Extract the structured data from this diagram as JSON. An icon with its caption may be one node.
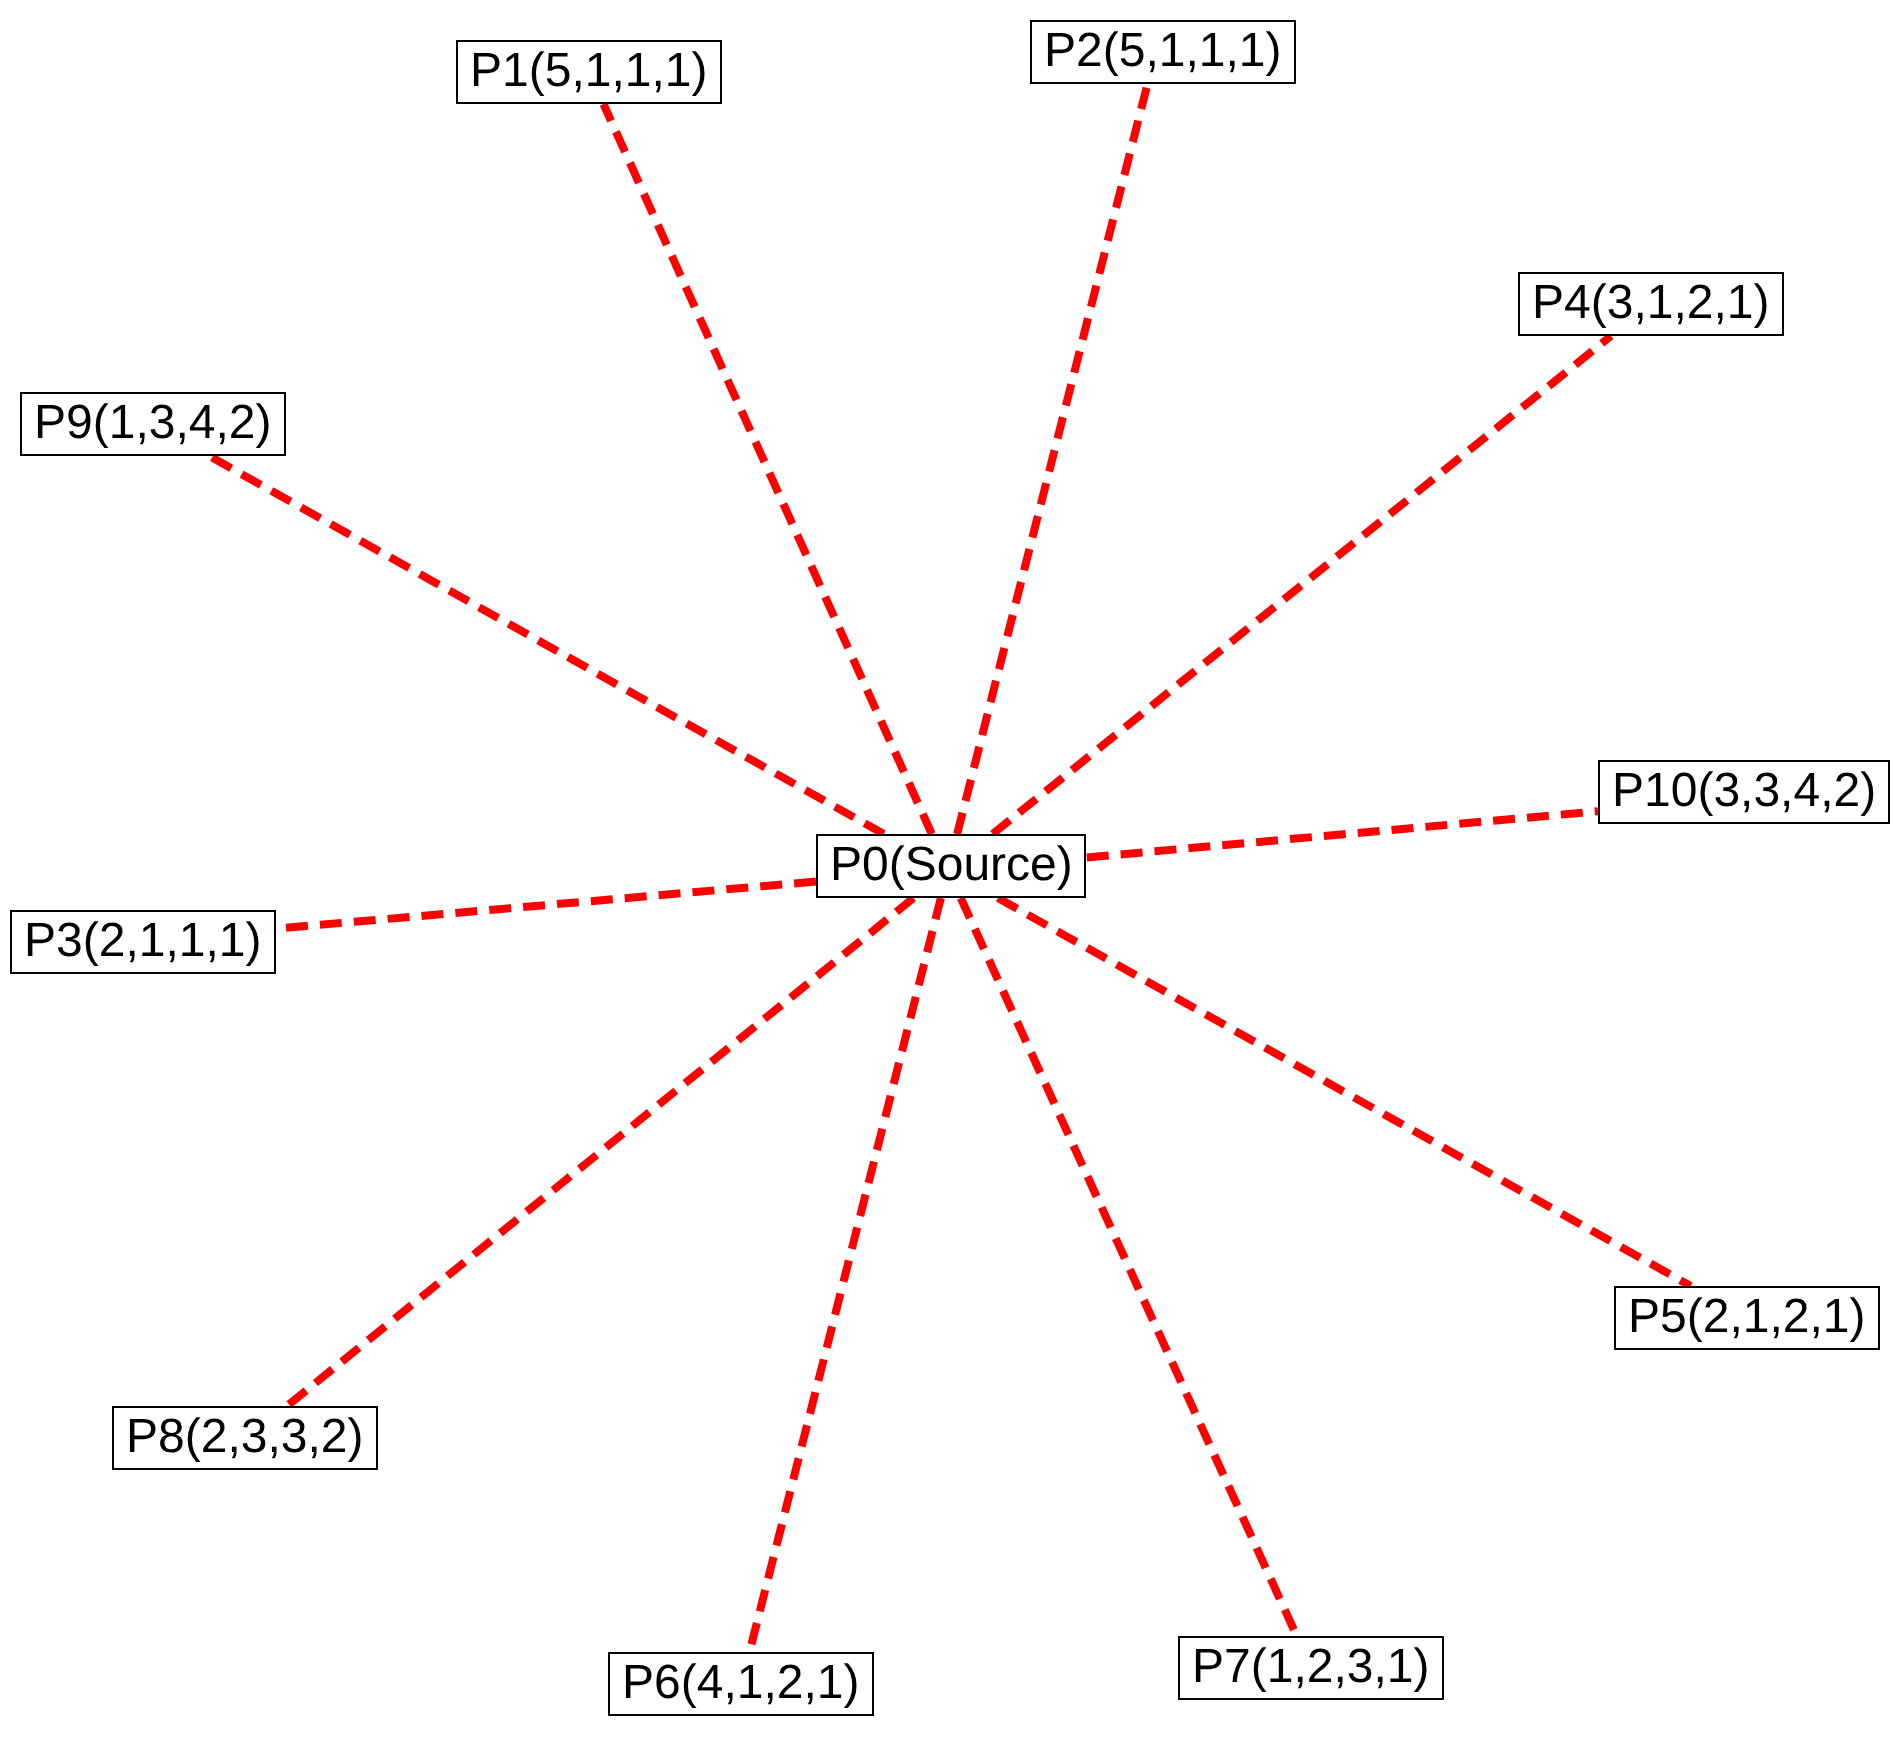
{
  "diagram": {
    "nodes": [
      {
        "text": [
          "P1(5,1,1,1)"
        ]
      },
      {
        "text": [
          "P2(5,1,1,1)"
        ]
      },
      {
        "text": [
          "P4(3,1,2,1)"
        ]
      },
      {
        "text": [
          "P9(1,3,4,2)"
        ]
      },
      {
        "text": [
          "P10(3,3,4,2)"
        ]
      },
      {
        "text": [
          "P0(Source)"
        ]
      },
      {
        "text": [
          "P3(2,1,1,1)"
        ]
      },
      {
        "text": [
          "P5(2,1,2,1)"
        ]
      },
      {
        "text": [
          "P8(2,3,3,2)"
        ]
      },
      {
        "text": [
          "P6(4,1,2,1)"
        ]
      },
      {
        "text": [
          "P7(1,2,3,1)"
        ]
      }
    ],
    "edges": [
      {
        "from": 5,
        "to": 0,
        "arrow": "none",
        "style": "dashed",
        "color": "#ff0000"
      },
      {
        "from": 5,
        "to": 1,
        "arrow": "none",
        "style": "dashed",
        "color": "#ff0000"
      },
      {
        "from": 5,
        "to": 2,
        "arrow": "none",
        "style": "dashed",
        "color": "#ff0000"
      },
      {
        "from": 5,
        "to": 3,
        "arrow": "none",
        "style": "dashed",
        "color": "#ff0000"
      },
      {
        "from": 5,
        "to": 4,
        "arrow": "none",
        "style": "dashed",
        "color": "#ff0000"
      },
      {
        "from": 5,
        "to": 6,
        "arrow": "none",
        "style": "dashed",
        "color": "#ff0000"
      },
      {
        "from": 5,
        "to": 7,
        "arrow": "none",
        "style": "dashed",
        "color": "#ff0000"
      },
      {
        "from": 5,
        "to": 8,
        "arrow": "none",
        "style": "dashed",
        "color": "#ff0000"
      },
      {
        "from": 5,
        "to": 9,
        "arrow": "none",
        "style": "dashed",
        "color": "#ff0000"
      },
      {
        "from": 5,
        "to": 10,
        "arrow": "none",
        "style": "dashed",
        "color": "#ff0000"
      }
    ]
  }
}
